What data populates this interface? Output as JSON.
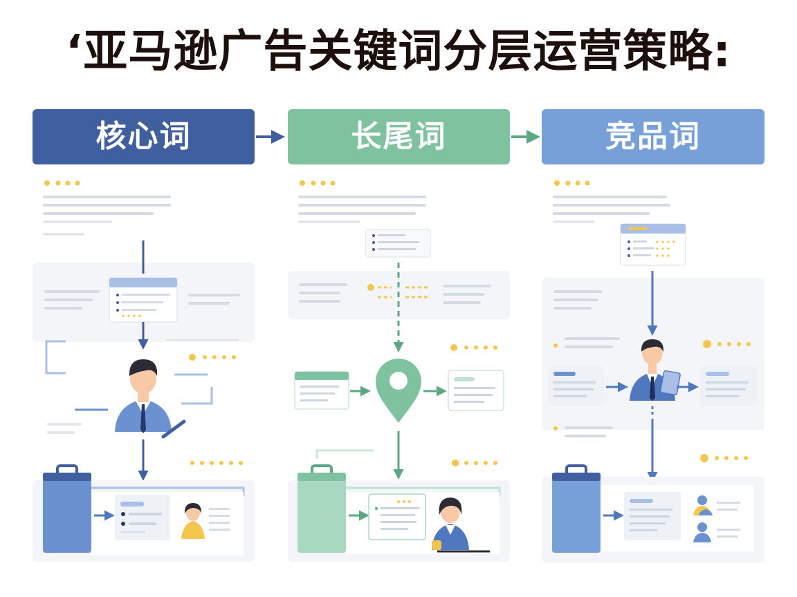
{
  "title": "‘亚马逊广告关键词分层运营策略:",
  "columns": [
    {
      "label": "核心词",
      "color": "#3f5f9f"
    },
    {
      "label": "长尾词",
      "color": "#7fc2a0"
    },
    {
      "label": "竞品词",
      "color": "#77a0d8"
    }
  ],
  "colors": {
    "panel": "#f3f5f8",
    "line": "#d5dbe4",
    "dot": "#f3c64e",
    "skin": "#f7c9a6",
    "hair": "#2c2a34",
    "blue_suit": "#6c91d0",
    "green": "#7fc2a0",
    "green_dark": "#5ca883",
    "yellow_shirt": "#f3c64e"
  },
  "icons": [
    "arrow-right-icon",
    "location-pin-icon",
    "person-icon",
    "briefcase-icon",
    "user-group-icon"
  ]
}
